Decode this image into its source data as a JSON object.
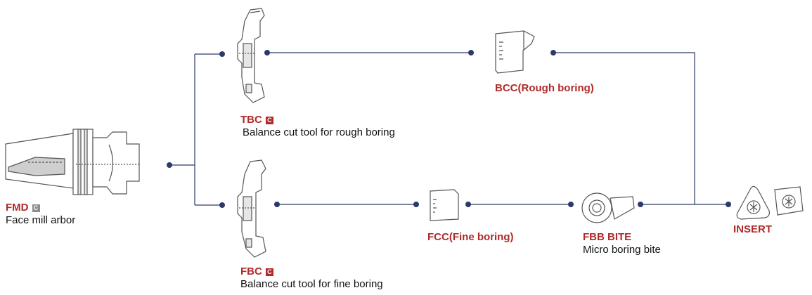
{
  "colors": {
    "accent": "#b02a2a",
    "line": "#2b3a6b",
    "badge_red": "#b02a2a",
    "badge_gray": "#8c8c8c",
    "tool_stroke": "#555555",
    "tool_fill": "#ffffff"
  },
  "nodes": {
    "fmd": {
      "code": "FMD",
      "badge": "C",
      "description": "Face mill arbor",
      "icon": "face-mill-arbor-icon"
    },
    "tbc": {
      "code": "TBC",
      "badge": "C",
      "description": "Balance cut tool for rough boring",
      "icon": "balance-cut-tool-icon"
    },
    "fbc": {
      "code": "FBC",
      "badge": "C",
      "description": "Balance cut tool for fine boring",
      "icon": "balance-cut-tool-icon"
    },
    "bcc": {
      "code": "BCC(Rough boring)",
      "icon": "rough-boring-cartridge-icon"
    },
    "fcc": {
      "code": "FCC(Fine boring)",
      "icon": "fine-boring-cartridge-icon"
    },
    "fbb": {
      "code": "FBB BITE",
      "description": "Micro boring bite",
      "icon": "micro-boring-bite-icon"
    },
    "insert": {
      "code": "INSERT",
      "icon": "insert-icon"
    }
  }
}
